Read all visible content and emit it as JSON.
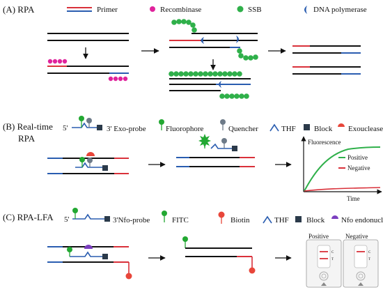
{
  "panelA": {
    "label": "(A) RPA",
    "legend": {
      "primer": "Primer",
      "recombinase": "Recombinase",
      "ssb": "SSB",
      "polymerase": "DNA polymerase"
    }
  },
  "panelB": {
    "label_line1": "(B) Real-time",
    "label_line2": "RPA",
    "probe_prefix": "5'",
    "probe_suffix": "3' Exo-probe",
    "legend": {
      "fluorophore": "Fluorophore",
      "quencher": "Quencher",
      "thf": "THF",
      "block": "Block",
      "enzyme": "Exouclease"
    },
    "plot": {
      "ylabel": "Fluorescence",
      "xlabel": "Time",
      "positive": "Positive",
      "negative": "Negative"
    }
  },
  "panelC": {
    "label": "(C) RPA-LFA",
    "probe_prefix": "5'",
    "probe_suffix": "3'Nfo-probe",
    "legend": {
      "fitc": "FITC",
      "biotin": "Biotin",
      "thf": "THF",
      "block": "Block",
      "enzyme": "Nfo endonuclease"
    },
    "strips": {
      "positive": "Positive",
      "negative": "Negative",
      "c": "C",
      "t": "T"
    }
  },
  "colors": {
    "black": "#111111",
    "blue": "#2a5db0",
    "red": "#d9313a",
    "magenta": "#e0239c",
    "ssb": "#2fb04a",
    "fluor": "#22a832",
    "quencher": "#6d7a88",
    "block": "#2b3a4a",
    "exo": "#e8463a",
    "nfo": "#7b3fbf",
    "biotin": "#e8463a"
  }
}
